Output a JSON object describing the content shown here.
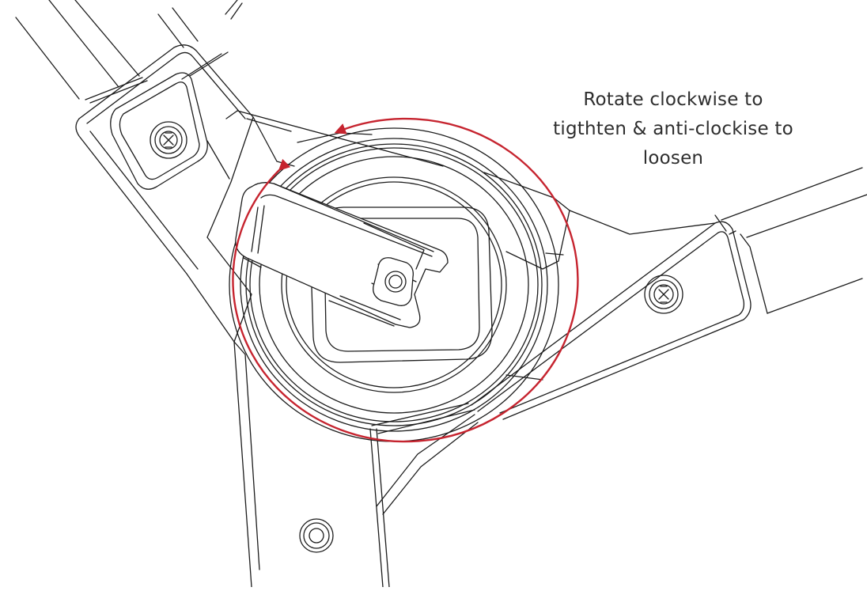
{
  "instruction": {
    "lines": [
      "Rotate clockwise to",
      "tigthten & anti-clockise to",
      "loosen"
    ]
  },
  "colors": {
    "rotation_arrow": "#c6242f",
    "line_art": "#1c1c1c",
    "background": "#ffffff"
  },
  "icons": {
    "rotation_indicator": "circular-arrow-icon",
    "screw": "phillips-screw-icon",
    "bolt": "round-bolt-icon"
  }
}
